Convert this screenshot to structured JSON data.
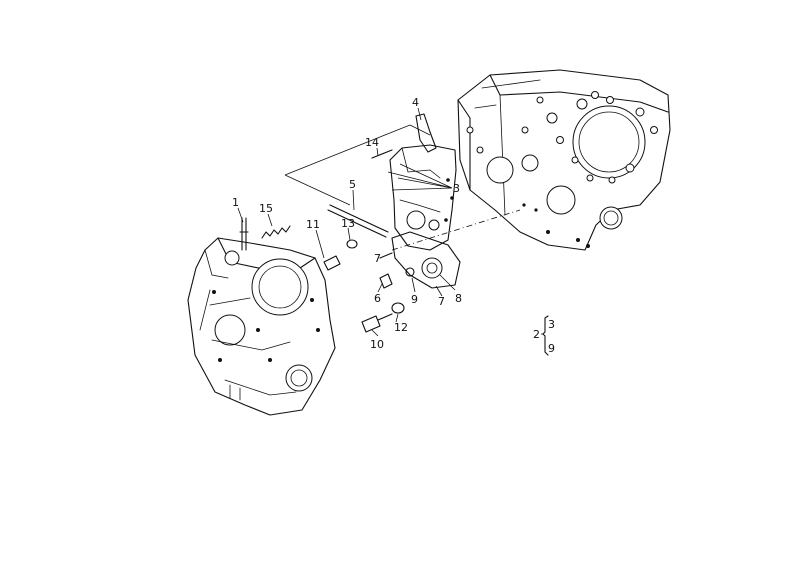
{
  "callouts": {
    "c1": "1",
    "c2": "2",
    "c3": "3",
    "c4": "4",
    "c5": "5",
    "c6": "6",
    "c7a": "7",
    "c7b": "7",
    "c8": "8",
    "c9": "9",
    "c10": "10",
    "c11": "11",
    "c12": "12",
    "c13": "13",
    "c14": "14",
    "c15": "15"
  },
  "legend": {
    "parent": "2",
    "child_a": "3",
    "child_b": "9"
  }
}
